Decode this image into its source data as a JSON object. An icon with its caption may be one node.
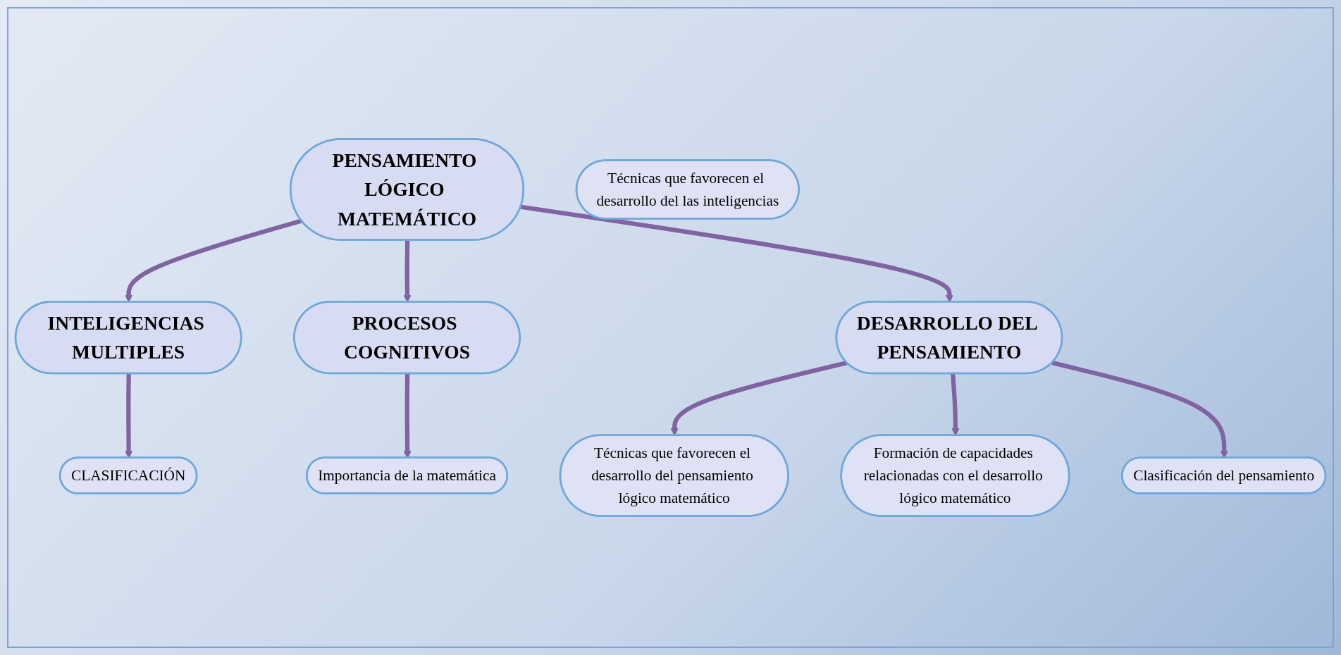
{
  "diagram": {
    "nodes": [
      {
        "text": [
          "PENSAMIENTO LÓGICO MATEMÁTICO"
        ]
      },
      {
        "text": [
          "INTELIGENCIAS MULTIPLES"
        ]
      },
      {
        "text": [
          "CLASIFICACIÓN"
        ]
      },
      {
        "text": [
          "PROCESOS COGNITIVOS"
        ]
      },
      {
        "text": [
          "Importancia de la matemática"
        ]
      },
      {
        "text": [
          "Técnicas que favorecen el desarrollo del las inteligencias"
        ]
      },
      {
        "text": [
          "DESARROLLO DEL PENSAMIENTO"
        ]
      },
      {
        "text": [
          "Técnicas que favorecen el desarrollo del pensamiento lógico matemático"
        ]
      },
      {
        "text": [
          "Formación de capacidades relacionadas con el desarrollo lógico matemático"
        ]
      },
      {
        "text": [
          "Clasificación del pensamiento"
        ]
      }
    ],
    "edges": [
      {
        "from": 0,
        "to": 1,
        "arrow": "to"
      },
      {
        "from": 1,
        "to": 2,
        "arrow": "to"
      },
      {
        "from": 0,
        "to": 3,
        "arrow": "to"
      },
      {
        "from": 3,
        "to": 4,
        "arrow": "to"
      },
      {
        "from": 0,
        "to": 6,
        "arrow": "to"
      },
      {
        "from": 6,
        "to": 7,
        "arrow": "to"
      },
      {
        "from": 6,
        "to": 8,
        "arrow": "to"
      },
      {
        "from": 6,
        "to": 9,
        "arrow": "to"
      }
    ]
  }
}
